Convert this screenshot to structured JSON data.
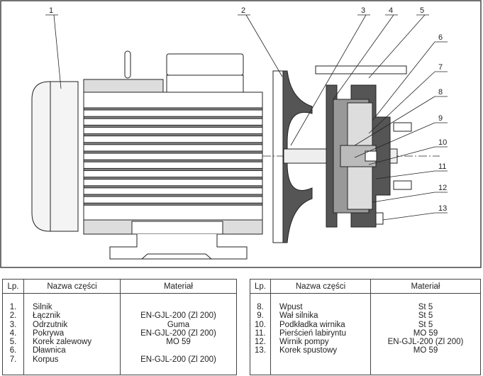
{
  "drawing": {
    "labels": [
      "1",
      "2",
      "3",
      "4",
      "5",
      "6",
      "7",
      "8",
      "9",
      "10",
      "11",
      "12",
      "13"
    ]
  },
  "table_left": {
    "headers": {
      "lp": "Lp.",
      "name": "Nazwa części",
      "material": "Materiał"
    },
    "rows": [
      {
        "lp": "1.",
        "name": "Silnik",
        "material": ""
      },
      {
        "lp": "2.",
        "name": "Łącznik",
        "material": "EN-GJL-200 (Zl 200)"
      },
      {
        "lp": "3.",
        "name": "Odrzutnik",
        "material": "Guma"
      },
      {
        "lp": "4.",
        "name": "Pokrywa",
        "material": "EN-GJL-200 (Zl 200)"
      },
      {
        "lp": "5.",
        "name": "Korek zalewowy",
        "material": "MO 59"
      },
      {
        "lp": "6.",
        "name": "Dławnica",
        "material": ""
      },
      {
        "lp": "7.",
        "name": "Korpus",
        "material": "EN-GJL-200 (Zl 200)"
      }
    ]
  },
  "table_right": {
    "headers": {
      "lp": "Lp.",
      "name": "Nazwa części",
      "material": "Materiał"
    },
    "rows": [
      {
        "lp": "8.",
        "name": "Wpust",
        "material": "St 5"
      },
      {
        "lp": "9.",
        "name": "Wał silnika",
        "material": "St 5"
      },
      {
        "lp": "10.",
        "name": "Podkładka wirnika",
        "material": "St 5"
      },
      {
        "lp": "11.",
        "name": "Pierścień labiryntu",
        "material": "MO 59"
      },
      {
        "lp": "12.",
        "name": "Wirnik pompy",
        "material": "EN-GJL-200 (Zl 200)"
      },
      {
        "lp": "13.",
        "name": "Korek spustowy",
        "material": "MO 59"
      }
    ]
  }
}
